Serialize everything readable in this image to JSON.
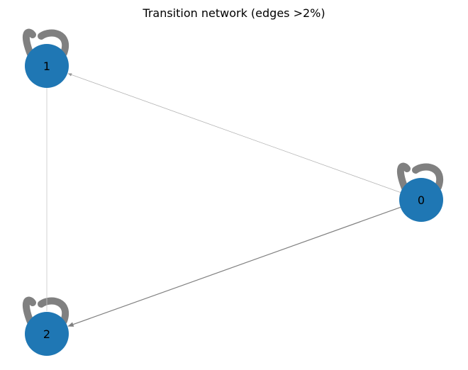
{
  "title": "Transition network (edges >2%)",
  "colors": {
    "node_fill": "#1f77b4",
    "edge_dark": "#808080",
    "edge_light": "#c8c8c8",
    "label": "#000000"
  },
  "nodes": [
    {
      "id": "0",
      "label": "0"
    },
    {
      "id": "1",
      "label": "1"
    },
    {
      "id": "2",
      "label": "2"
    }
  ],
  "edges": [
    {
      "source": "0",
      "target": "0",
      "self_loop": true,
      "weight": "heavy"
    },
    {
      "source": "1",
      "target": "1",
      "self_loop": true,
      "weight": "heavy"
    },
    {
      "source": "2",
      "target": "2",
      "self_loop": true,
      "weight": "heavy"
    },
    {
      "source": "0",
      "target": "1",
      "self_loop": false,
      "weight": "light"
    },
    {
      "source": "0",
      "target": "2",
      "self_loop": false,
      "weight": "medium"
    },
    {
      "source": "1",
      "target": "2",
      "self_loop": false,
      "weight": "faint"
    }
  ]
}
